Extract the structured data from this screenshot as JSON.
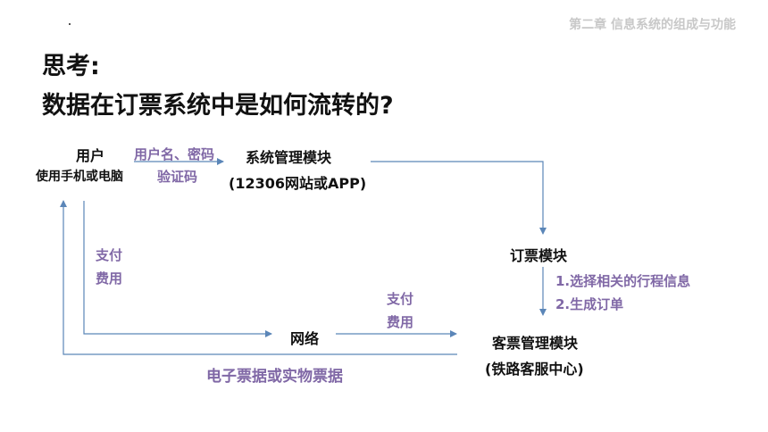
{
  "header": {
    "chapter": "第二章   信息系统的组成与功能"
  },
  "slide": {
    "title_line1": "思考:",
    "title_line2": "数据在订票系统中是如何流转的?"
  },
  "nodes": {
    "user": {
      "title": "用户",
      "subtitle": "使用手机或电脑"
    },
    "system_mgmt": {
      "title": "系统管理模块",
      "subtitle": "(12306网站或APP)"
    },
    "booking": {
      "title": "订票模块"
    },
    "network": {
      "title": "网络"
    },
    "ticket_mgmt": {
      "title": "客票管理模块",
      "subtitle": "(铁路客服中心)"
    }
  },
  "edge_labels": {
    "credentials_line1": "用户名、密码",
    "credentials_line2": "验证码",
    "booking_step1": "1.选择相关的行程信息",
    "booking_step2": "2.生成订单",
    "pay_left_line1": "支付",
    "pay_left_line2": "费用",
    "pay_right_line1": "支付",
    "pay_right_line2": "费用",
    "ticket_return": "电子票据或实物票据"
  },
  "colors": {
    "arrow": "#5b86b8",
    "label": "#8068a6",
    "chapter": "#c8c8c8"
  }
}
